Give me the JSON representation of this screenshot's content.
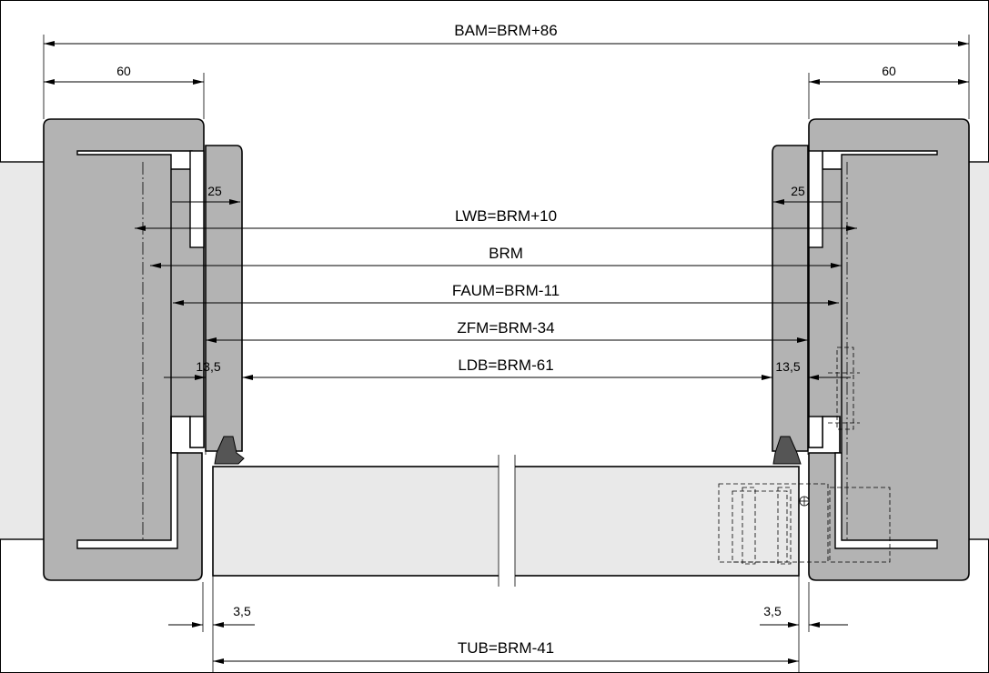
{
  "dimensions": {
    "bam": "BAM=BRM+86",
    "left_60": "60",
    "right_60": "60",
    "left_25": "25",
    "right_25": "25",
    "lwb": "LWB=BRM+10",
    "brm": "BRM",
    "faum": "FAUM=BRM-11",
    "zfm": "ZFM=BRM-34",
    "ldb": "LDB=BRM-61",
    "left_13_5": "13,5",
    "right_13_5": "13,5",
    "left_3_5": "3,5",
    "right_3_5": "3,5",
    "tub": "TUB=BRM-41"
  }
}
